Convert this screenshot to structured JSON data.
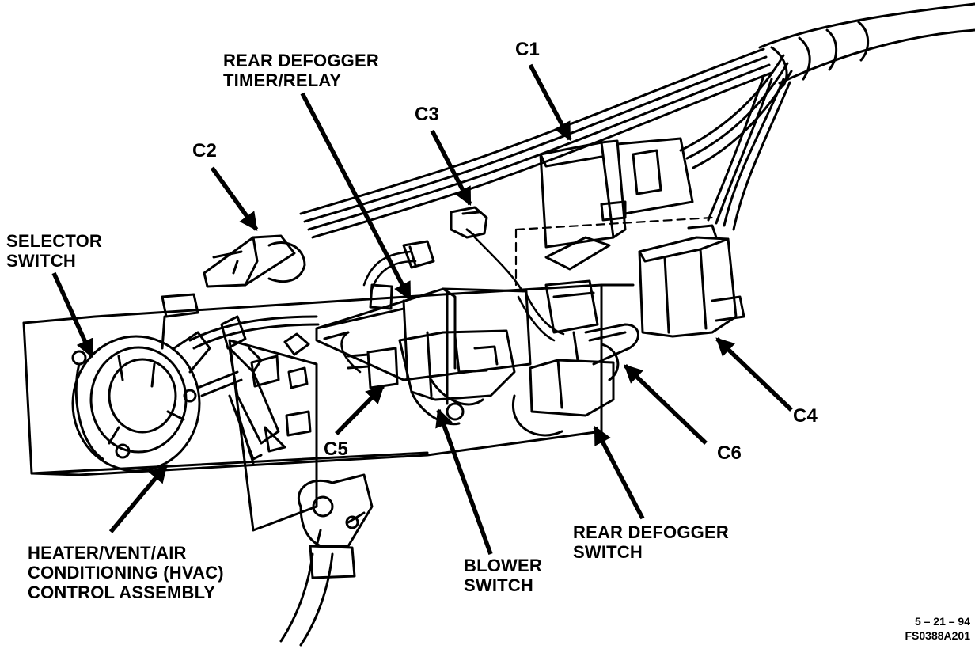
{
  "labels": {
    "rear_defogger_timer_relay": [
      "REAR DEFOGGER",
      "TIMER/RELAY"
    ],
    "c1": "C1",
    "c2": "C2",
    "c3": "C3",
    "c4": "C4",
    "c5": "C5",
    "c6": "C6",
    "selector_switch": [
      "SELECTOR",
      "SWITCH"
    ],
    "hvac_control_assembly": [
      "HEATER/VENT/AIR",
      "CONDITIONING (HVAC)",
      "CONTROL ASSEMBLY"
    ],
    "blower_switch": [
      "BLOWER",
      "SWITCH"
    ],
    "rear_defogger_switch": [
      "REAR DEFOGGER",
      "SWITCH"
    ]
  },
  "footer": {
    "date": "5 – 21 – 94",
    "figure_id": "FS0388A201"
  }
}
